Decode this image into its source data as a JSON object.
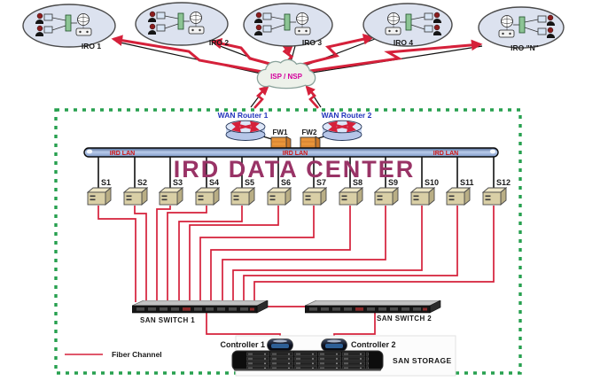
{
  "diagram": {
    "title": "IRD DATA CENTER",
    "cloud": {
      "label": "ISP / NSP"
    },
    "iros": [
      {
        "label": "IRO 1"
      },
      {
        "label": "IRO 2"
      },
      {
        "label": "IRO 3"
      },
      {
        "label": "IRO 4"
      },
      {
        "label": "IRO \"N\""
      }
    ],
    "routers": [
      {
        "label": "WAN Router 1"
      },
      {
        "label": "WAN Router 2"
      }
    ],
    "firewalls": [
      {
        "label": "FW1"
      },
      {
        "label": "FW2"
      }
    ],
    "lan": {
      "labels": [
        "IRD LAN",
        "IRD LAN",
        "IRD LAN"
      ]
    },
    "servers": [
      {
        "label": "S1"
      },
      {
        "label": "S2"
      },
      {
        "label": "S3"
      },
      {
        "label": "S4"
      },
      {
        "label": "S5"
      },
      {
        "label": "S6"
      },
      {
        "label": "S7"
      },
      {
        "label": "S8"
      },
      {
        "label": "S9"
      },
      {
        "label": "S10"
      },
      {
        "label": "S11"
      },
      {
        "label": "S12"
      }
    ],
    "switches": [
      {
        "label": "SAN SWITCH 1"
      },
      {
        "label": "SAN SWITCH 2"
      }
    ],
    "controllers": [
      {
        "label": "Controller 1"
      },
      {
        "label": "Controller 2"
      }
    ],
    "storage": {
      "label": "SAN STORAGE"
    },
    "legend": {
      "label": "Fiber Channel"
    },
    "colors": {
      "fiber_channel": "#d5203a",
      "title_text": "#993366",
      "lan_text": "#cc1111",
      "router_label_text": "#2233bb",
      "cloud_text": "#d4009d",
      "datacenter_border": "#27a04f"
    }
  }
}
